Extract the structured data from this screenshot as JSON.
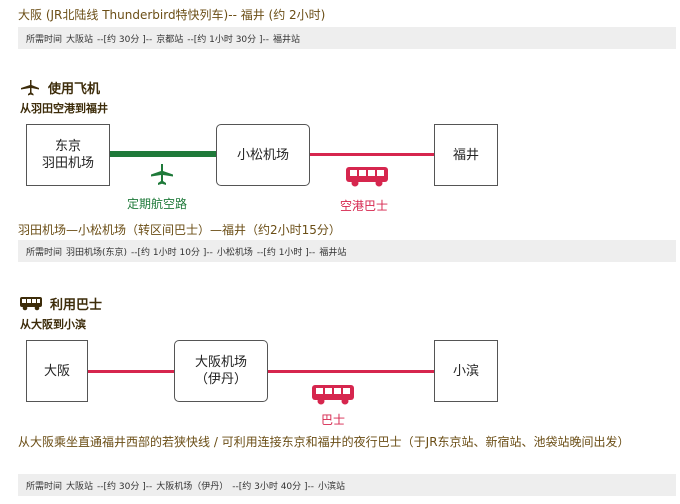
{
  "top": {
    "route": "大阪 (JR北陆线 Thunderbird特快列车)-- 福井 (约 2小时)",
    "time_label": "所需时间",
    "time_parts": [
      "大阪站",
      "--[约 30分 ]--",
      "京都站",
      "--[约 1小时 30分 ]--",
      "福井站"
    ]
  },
  "plane": {
    "title": "使用飞机",
    "subtitle": "从羽田空港到福井",
    "node1": "东京\n羽田机场",
    "node2": "小松机场",
    "node3": "福井",
    "leg1_label": "定期航空路",
    "leg2_label": "空港巴士",
    "route": "羽田机场—小松机场（转区间巴士）—福井（约2小时15分）",
    "time_label": "所需时间",
    "time_parts": [
      "羽田机场(东京)",
      "--[约 1小时 10分 ]--",
      "小松机场",
      "--[约 1小时 ]--",
      "福井站"
    ]
  },
  "bus": {
    "title": "利用巴士",
    "subtitle": "从大阪到小滨",
    "node1": "大阪",
    "node2": "大阪机场\n（伊丹）",
    "node3": "小滨",
    "leg_label": "巴士",
    "route": "从大阪乘坐直通福井西部的若狭快线 / 可利用连接东京和福井的夜行巴士（于JR东京站、新宿站、池袋站晚间出发）",
    "time_label": "所需时间",
    "time_parts": [
      "大阪站",
      "--[约 30分 ]--",
      "大阪机场（伊丹）",
      "--[约 3小时 40分 ]--",
      "小滨站"
    ]
  },
  "colors": {
    "air": "#1f7a3a",
    "bus": "#d6264e",
    "title": "#3d2c0a"
  },
  "icons": {
    "plane": "airplane-icon",
    "bus": "bus-icon"
  }
}
